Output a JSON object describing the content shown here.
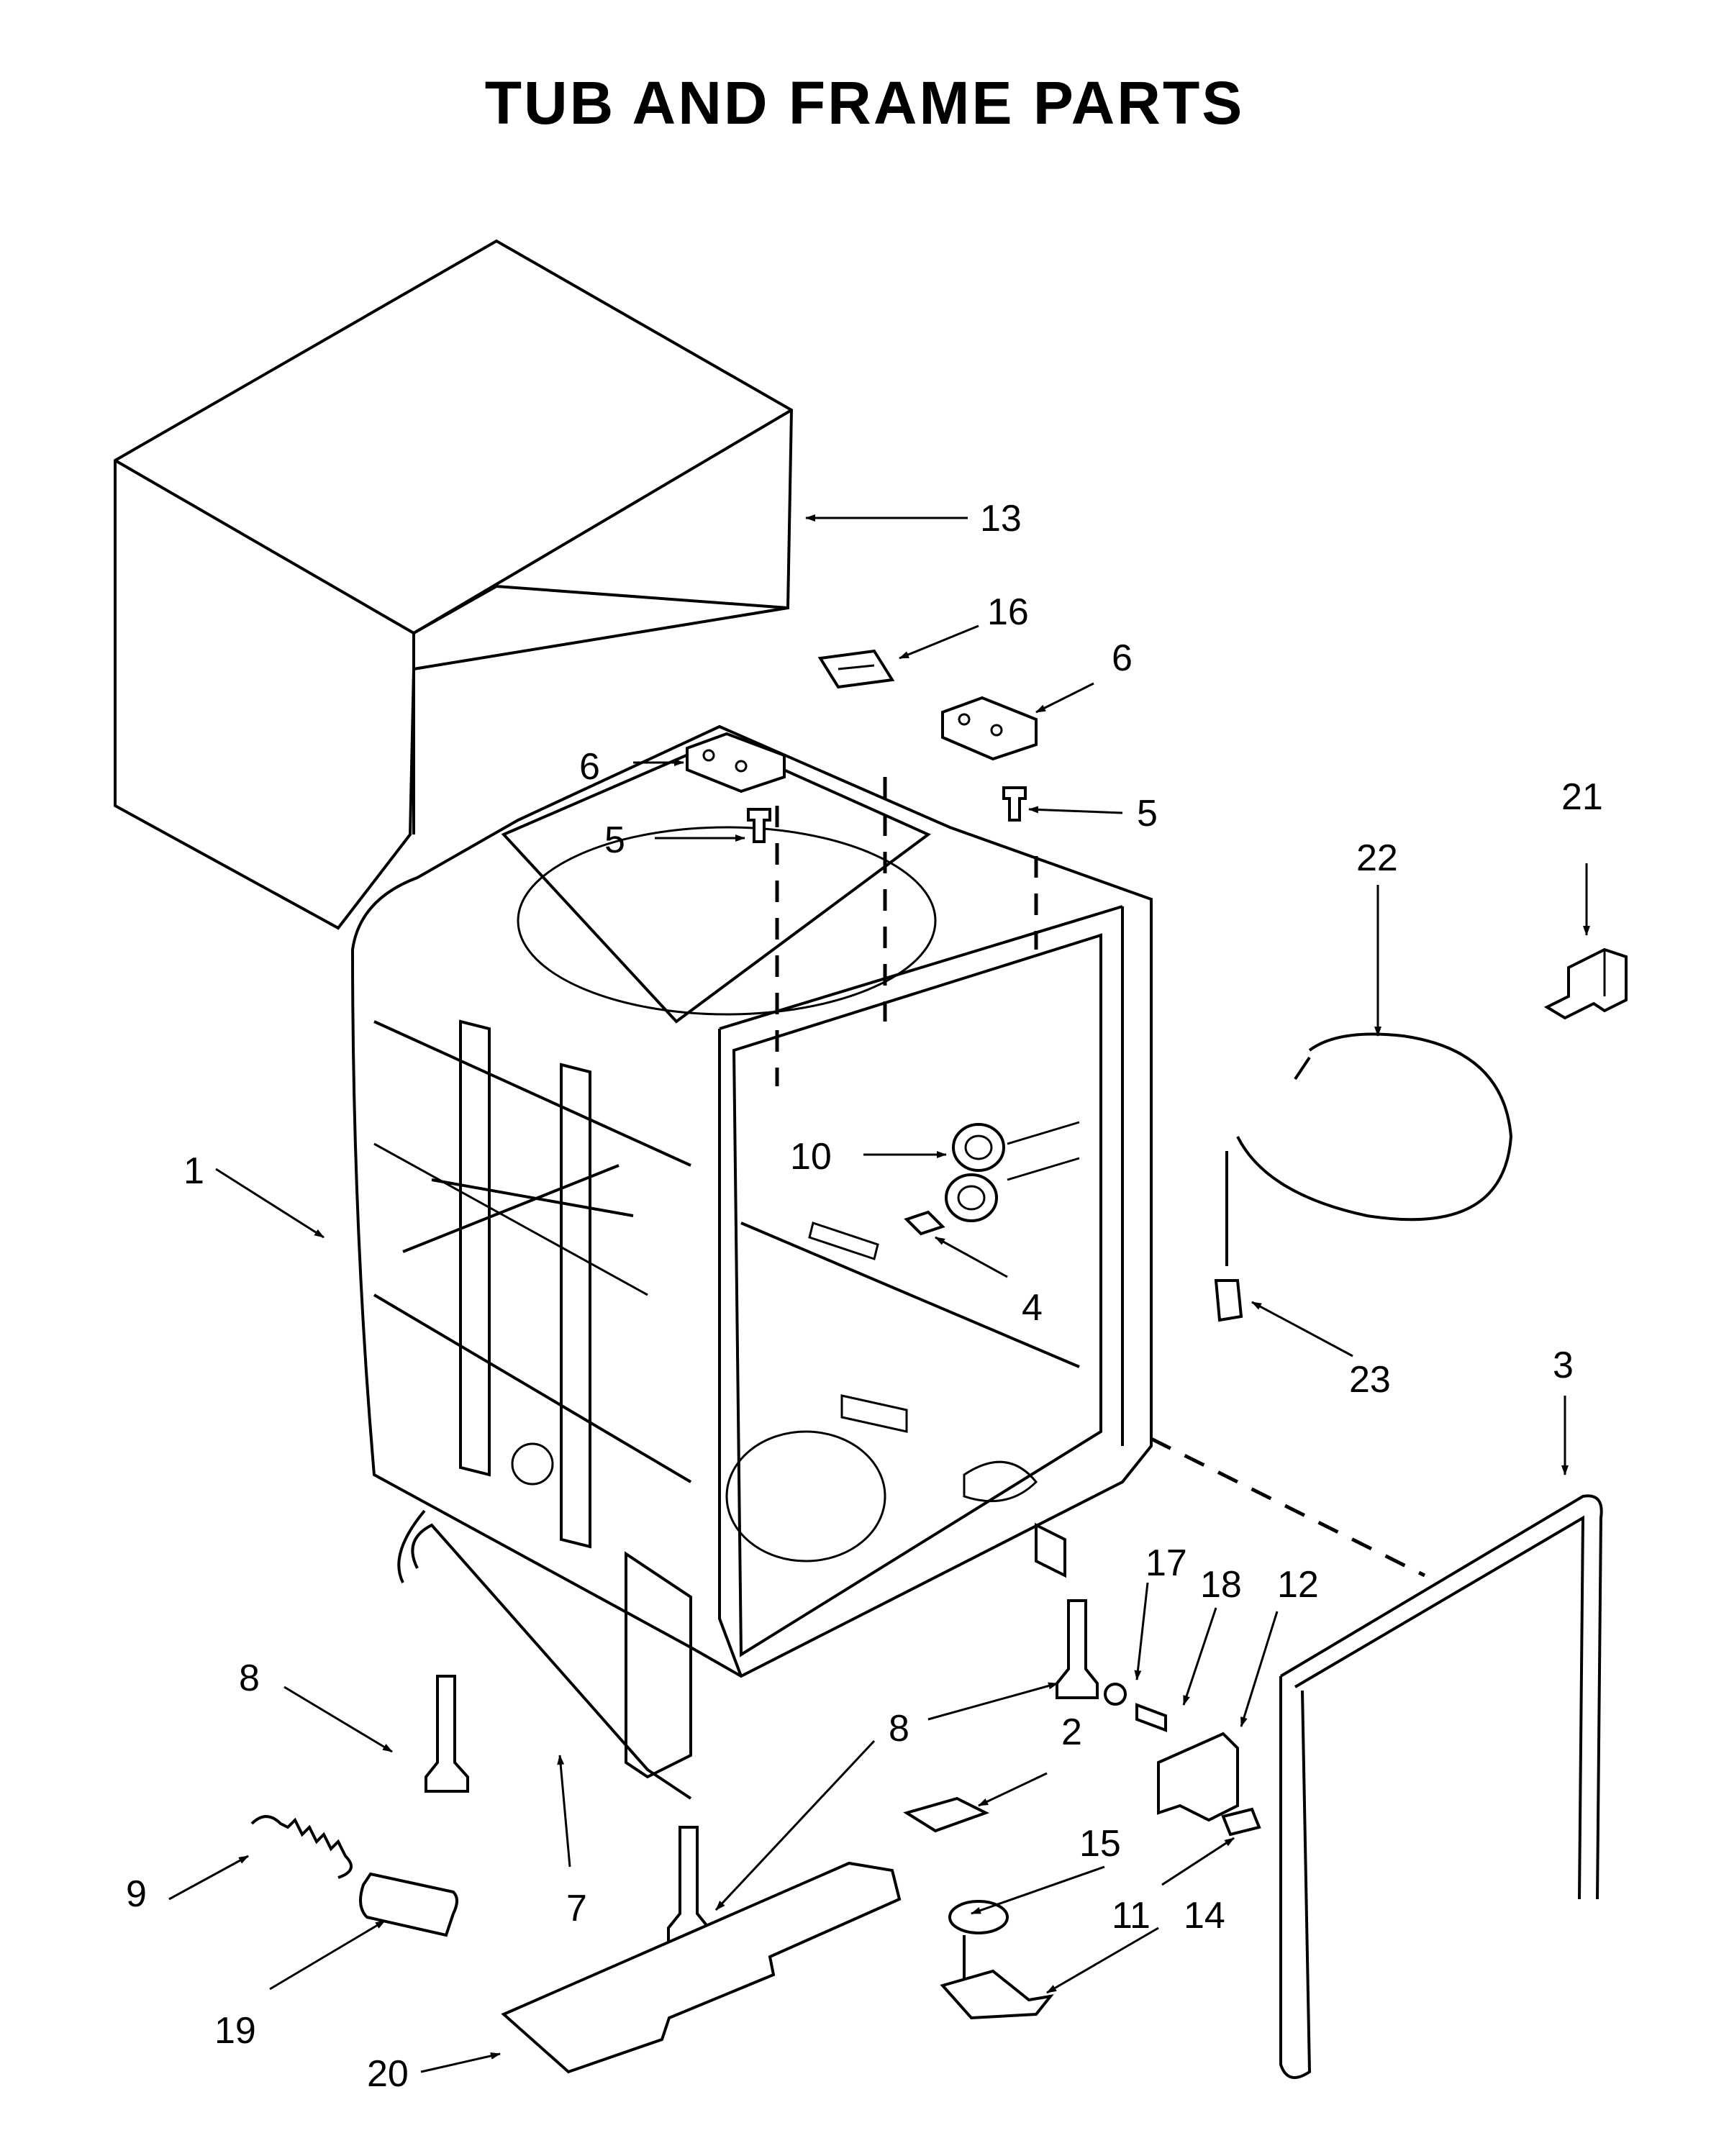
{
  "title": "TUB AND FRAME PARTS",
  "callouts": [
    "1",
    "2",
    "3",
    "4",
    "5",
    "5",
    "6",
    "6",
    "7",
    "8",
    "8",
    "9",
    "10",
    "11",
    "12",
    "13",
    "14",
    "15",
    "16",
    "17",
    "18",
    "19",
    "20",
    "21",
    "22",
    "23"
  ]
}
